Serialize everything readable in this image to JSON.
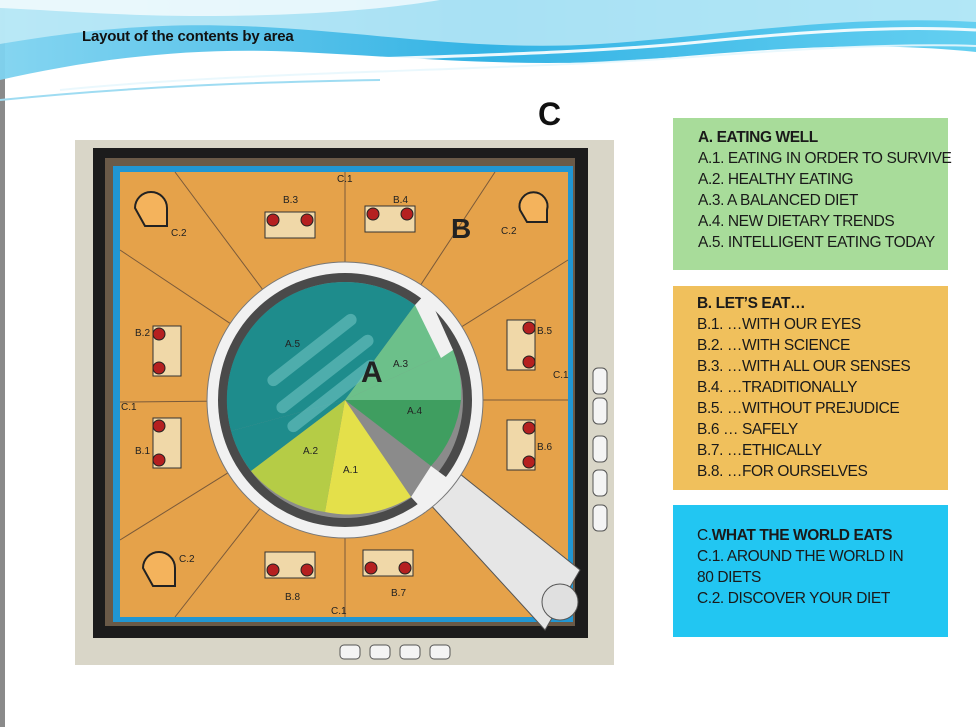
{
  "slide": {
    "title": "Layout of the contents by area",
    "area_c_label": "C"
  },
  "plan": {
    "big_labels": {
      "a": "A",
      "b": "B"
    },
    "sector_labels": {
      "a1": "A.1",
      "a2": "A.2",
      "a3": "A.3",
      "a4": "A.4",
      "a5": "A.5"
    },
    "station_labels": {
      "b1": "B.1",
      "b2": "B.2",
      "b3": "B.3",
      "b4": "B.4",
      "b5": "B.5",
      "b6": "B.6",
      "b7": "B.7",
      "b8": "B.8"
    },
    "c_labels": {
      "c1": "C.1",
      "c2": "C.2"
    }
  },
  "legend": {
    "a": {
      "heading": "A.    EATING WELL",
      "items": [
        "A.1. EATING IN ORDER TO SURVIVE",
        "A.2. HEALTHY EATING",
        "A.3. A BALANCED DIET",
        "A.4. NEW DIETARY TRENDS",
        "A.5. INTELLIGENT EATING TODAY"
      ]
    },
    "b": {
      "heading": "B. LET’S EAT…",
      "items": [
        "B.1. …WITH OUR EYES",
        "B.2. …WITH SCIENCE",
        "B.3. …WITH ALL OUR SENSES",
        "B.4. …TRADITIONALLY",
        "B.5. …WITHOUT PREJUDICE",
        "B.6 … SAFELY",
        "B.7. …ETHICALLY",
        "B.8. …FOR OURSELVES"
      ]
    },
    "c": {
      "heading_prefix": "C.",
      "heading_bold": "WHAT THE WORLD EATS",
      "items": [
        "C.1. AROUND THE WORLD IN",
        "80 DIETS",
        "C.2. DISCOVER YOUR DIET"
      ]
    }
  },
  "colors": {
    "sea_blue": "#2fb6e6",
    "floor_orange": "#e5a24a",
    "frame_black": "#1c1c1c",
    "frame_blue": "#2196d3",
    "sector_teal": "#1e8c8c",
    "sector_green_light": "#6cc08a",
    "sector_green_dark": "#3f9e60",
    "sector_yellow": "#e4e04a",
    "sector_olive": "#b5cc46",
    "legend_green": "#a8dc9a",
    "legend_gold": "#f0c05c",
    "legend_cyan": "#22c6f2"
  }
}
